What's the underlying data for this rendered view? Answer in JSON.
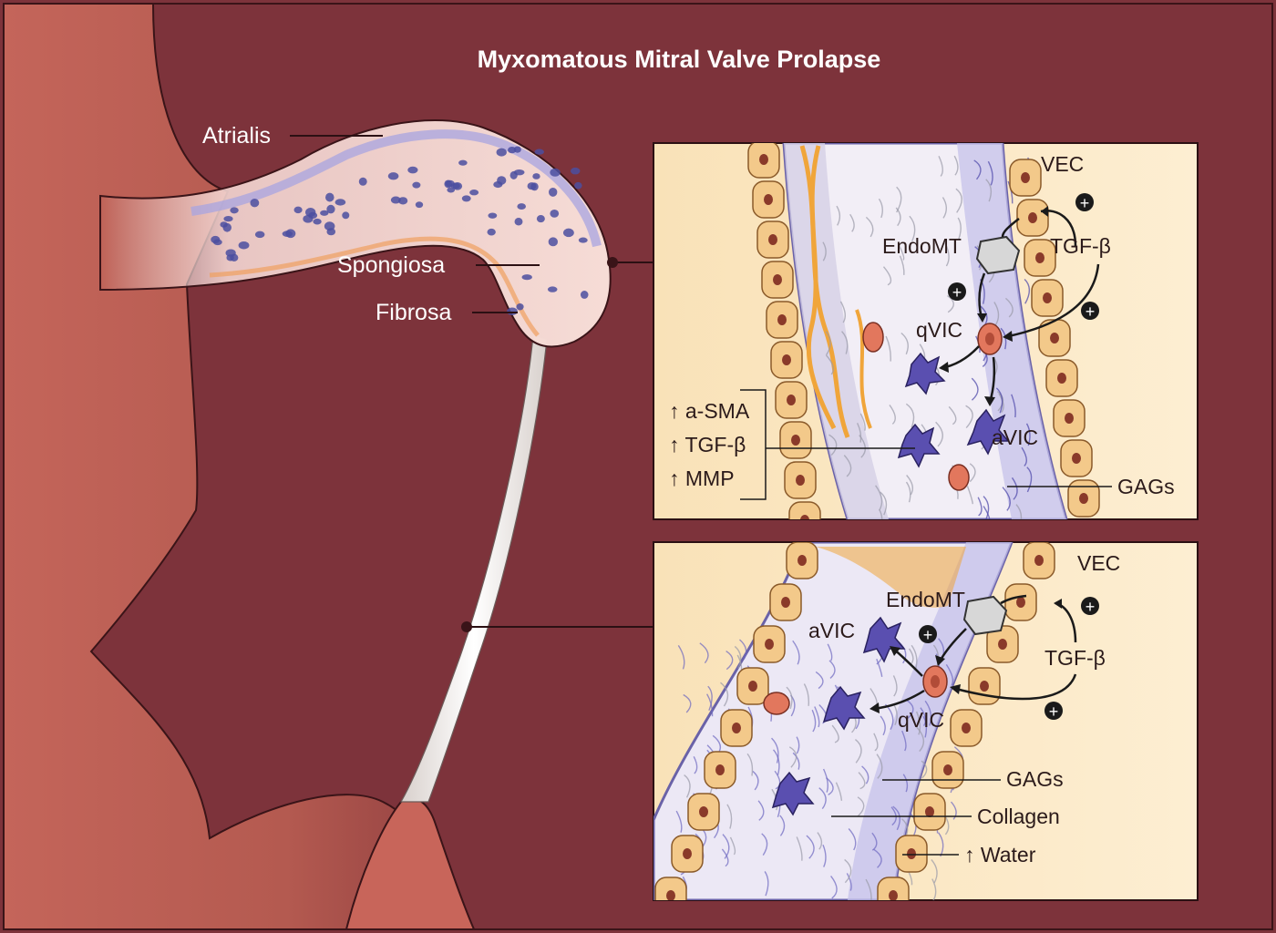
{
  "title": "Myxomatous Mitral Valve Prolapse",
  "layer_labels": {
    "atrialis": "Atrialis",
    "spongiosa": "Spongiosa",
    "fibrosa": "Fibrosa"
  },
  "top_panel": {
    "vec": "VEC",
    "endomt": "EndoMT",
    "tgfb": "TGF-β",
    "qvic": "qVIC",
    "avic": "aVIC",
    "gags": "GAGs",
    "markers": [
      "↑ a-SMA",
      "↑ TGF-β",
      "↑ MMP"
    ]
  },
  "bottom_panel": {
    "vec": "VEC",
    "endomt": "EndoMT",
    "tgfb": "TGF-β",
    "qvic": "qVIC",
    "avic": "aVIC",
    "gags": "GAGs",
    "collagen": "Collagen",
    "water": "↑ Water"
  },
  "plus_sign": "+",
  "colors": {
    "background": "#7d333b",
    "tissue": "#b85a4f",
    "panel_bg": "#fbe8c5",
    "vec_cell": "#f3c98a",
    "qvic": "#e2775d",
    "avic": "#5a4fb0",
    "collagen": "#f0a53a"
  }
}
